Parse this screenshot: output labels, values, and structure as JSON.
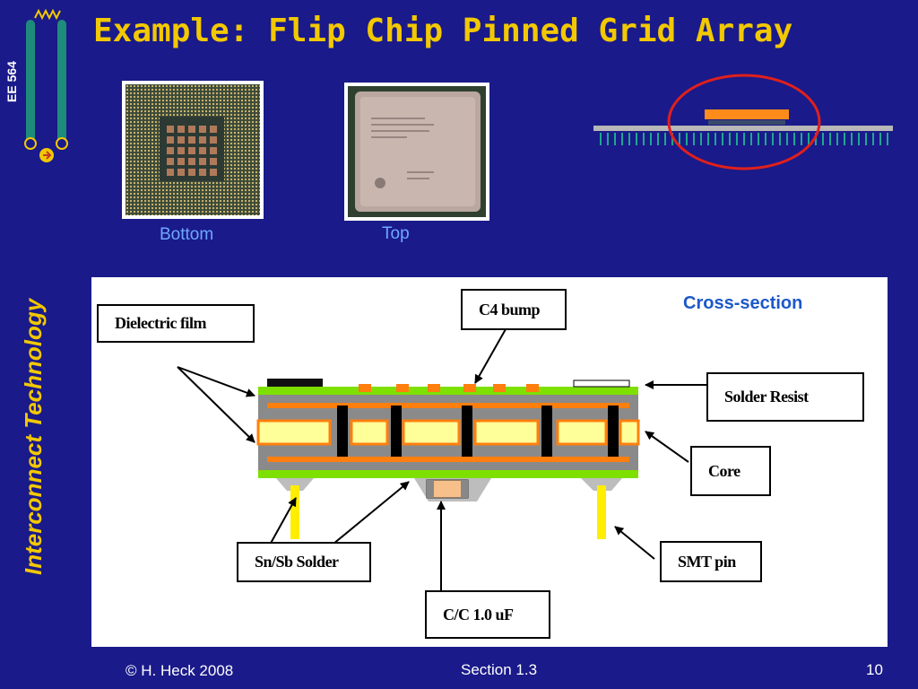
{
  "slide": {
    "course": "EE 564",
    "vertical_title": "Interconnect Technology",
    "title": "Example: Flip Chip Pinned Grid Array"
  },
  "photos": {
    "bottom_caption": "Bottom",
    "top_caption": "Top"
  },
  "cross_section": {
    "title": "Cross-section",
    "labels": {
      "dielectric_film": "Dielectric film",
      "c4_bump": "C4 bump",
      "solder_resist": "Solder Resist",
      "core": "Core",
      "sn_sb_solder": "Sn/Sb Solder",
      "smt_pin": "SMT pin",
      "capacitor": "C/C 1.0 uF"
    }
  },
  "footer": {
    "copyright": "© H. Heck 2008",
    "section": "Section 1.3",
    "page": "10"
  },
  "colors": {
    "background": "#1a1a8a",
    "title": "#f2c800",
    "caption": "#6fa8ff",
    "cross_section_title": "#1c58c9",
    "orange": "#ff7f0e",
    "green": "#7ee000",
    "core_yellow": "#ffff99",
    "grey": "#8a8a8a"
  }
}
